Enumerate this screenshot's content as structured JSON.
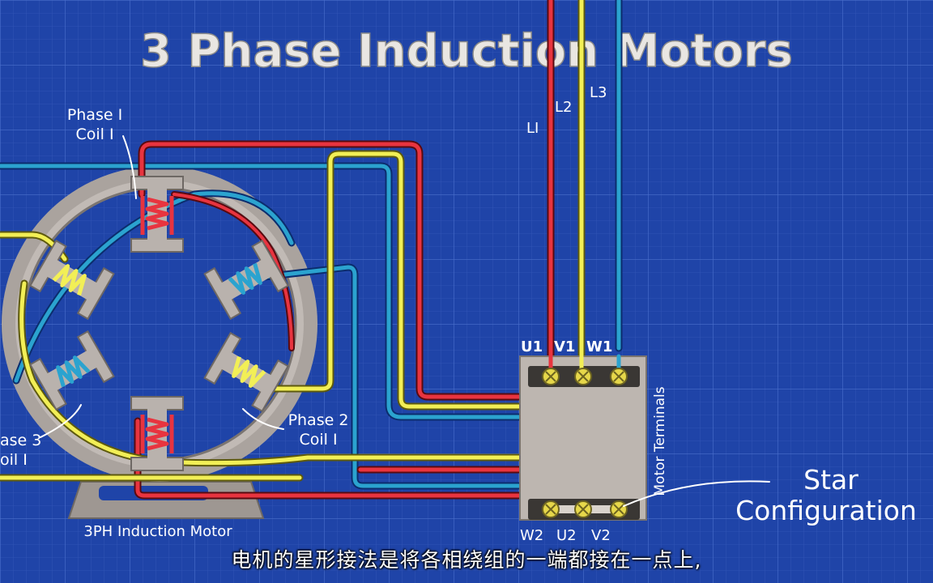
{
  "title": "3 Phase Induction Motors",
  "labels": {
    "phase1_line1": "Phase I",
    "phase1_line2": "Coil I",
    "phase2_line1": "Phase 2",
    "phase2_line2": "Coil I",
    "phase3_line1": "ase 3",
    "phase3_line2": "oil I",
    "motor": "3PH Induction Motor",
    "terminal_box": "Motor Terminals",
    "star_line1": "Star",
    "star_line2": "Configuration"
  },
  "lines": {
    "l1": "LI",
    "l2": "L2",
    "l3": "L3"
  },
  "terminals": {
    "top": [
      "U1",
      "V1",
      "W1"
    ],
    "bottom": [
      "W2",
      "U2",
      "V2"
    ]
  },
  "subtitle": "电机的星形接法是将各相绕组的一端都接在一点上,",
  "colors": {
    "background": "#1f44a8",
    "grid": "#3a63c4",
    "red_phase": "#e8343f",
    "yellow_phase": "#f2ef56",
    "blue_phase": "#2ba3cf",
    "stator": "#b9b2ad",
    "terminal_box": "#bdb6b0"
  }
}
